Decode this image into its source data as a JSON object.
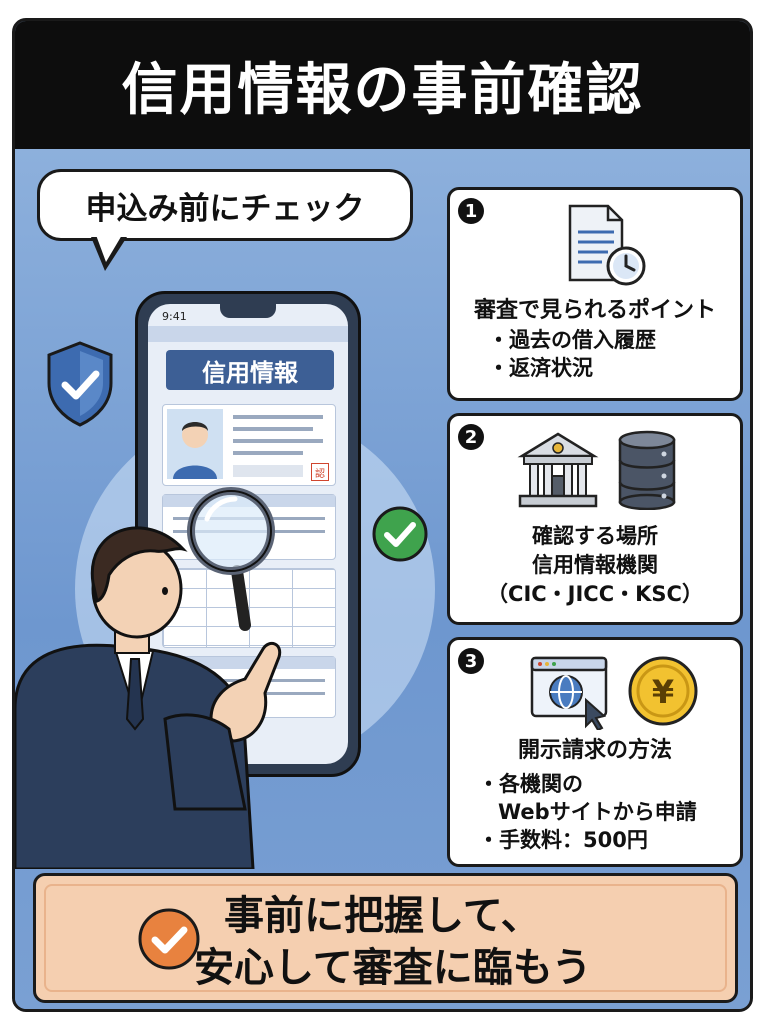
{
  "title": "信用情報の事前確認",
  "bubble": "申込み前にチェック",
  "phone": {
    "time": "9:41",
    "screen_title": "信用情報",
    "stamp": "認"
  },
  "cards": [
    {
      "number": "1",
      "title": "審査で見られるポイント",
      "bullets": [
        "・過去の借入履歴",
        "・返済状況"
      ]
    },
    {
      "number": "2",
      "lines": [
        "確認する場所",
        "信用情報機関",
        "（CIC・JICC・KSC）"
      ]
    },
    {
      "number": "3",
      "title": "開示請求の方法",
      "bullets": [
        "・各機関の",
        "Webサイトから申請",
        "・手数料：500円"
      ],
      "coin_symbol": "¥"
    }
  ],
  "bottom": {
    "line1": "事前に把握して、",
    "line2": "安心して審査に臨もう"
  },
  "colors": {
    "header_bg": "#0d0d0d",
    "stage_bg": "#7ea3d3",
    "accent_blue": "#2f5f9e",
    "check_green": "#3fa34d",
    "bottom_bg": "#f5cfb0",
    "check_orange": "#e8823f",
    "coin": "#f2c230"
  },
  "icons": [
    "shield-check-icon",
    "check-circle-icon",
    "magnifier-icon",
    "document-clock-icon",
    "bank-icon",
    "database-icon",
    "web-browser-icon",
    "yen-coin-icon",
    "check-orange-icon",
    "avatar-icon"
  ]
}
